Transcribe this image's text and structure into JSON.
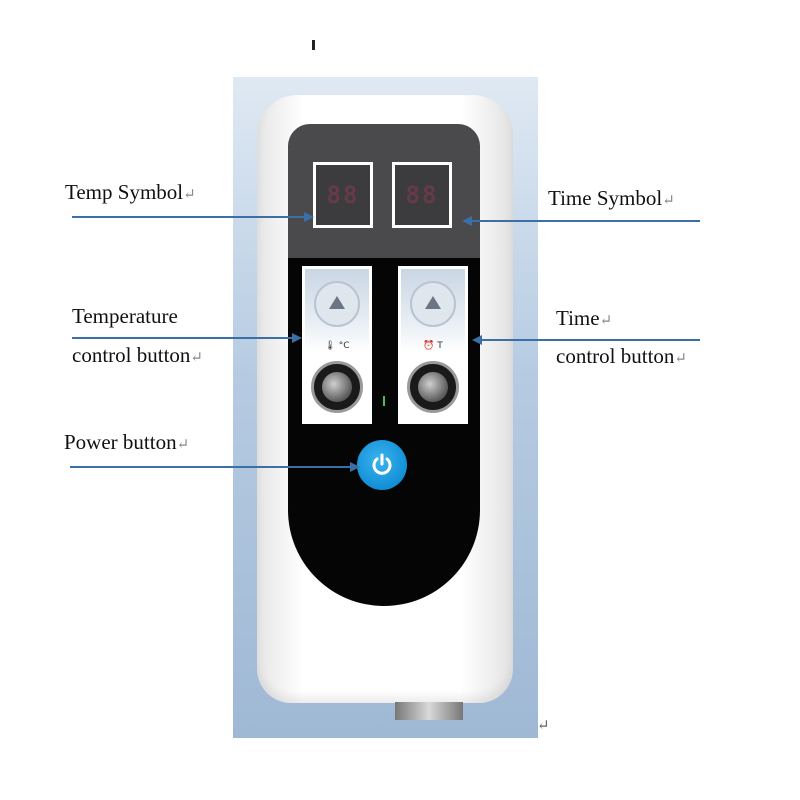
{
  "labels": {
    "temp_symbol": "Temp Symbol",
    "time_symbol": "Time Symbol",
    "temperature_line1": "Temperature",
    "temperature_line2": "control button",
    "time_line1": "Time",
    "time_line2": "control button",
    "power": "Power button",
    "return_mark": "↵"
  },
  "device": {
    "temp_display": "88",
    "time_display": "88",
    "temp_unit": "🌡 °C",
    "time_unit": "⏰ T"
  },
  "colors": {
    "arrow": "#3c6fa5",
    "power_button": "#1a9be0",
    "panel": "#050505"
  }
}
